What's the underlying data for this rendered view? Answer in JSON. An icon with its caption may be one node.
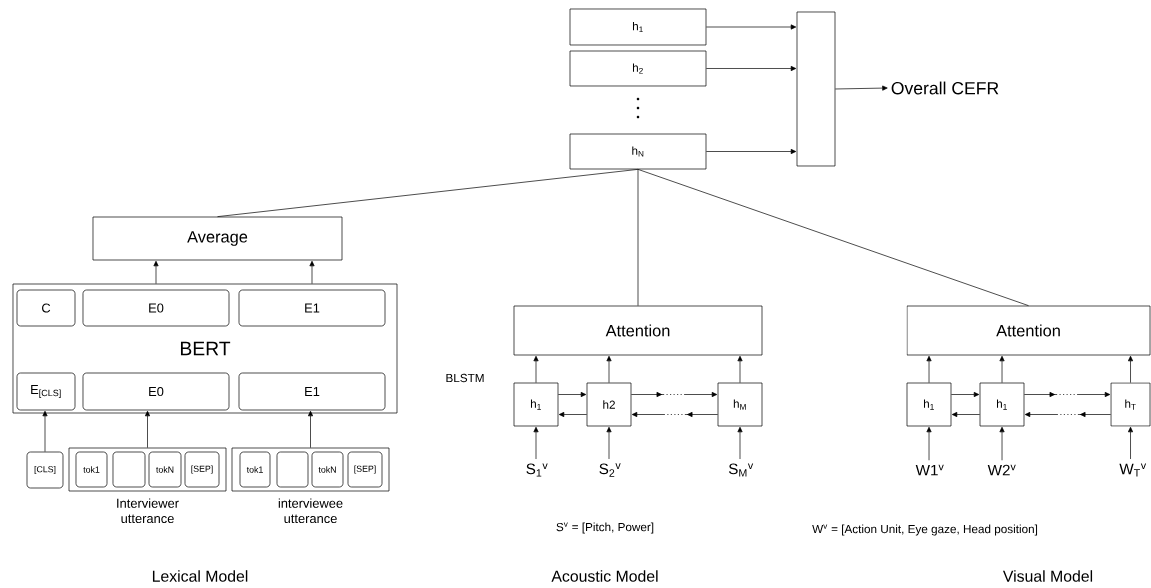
{
  "diagram": {
    "nodes": [
      {
        "text": [
          "h$_{1}$"
        ]
      },
      {
        "text": [
          "h$_{2}$"
        ]
      },
      {
        "text": [
          "h$_{N}$"
        ]
      },
      {
        "text": [],
        "shape": "box"
      },
      {
        "text": [
          "Overall CEFR"
        ]
      },
      {
        "text": [
          "Average"
        ]
      },
      {
        "text": [
          "BERT"
        ]
      },
      {
        "text": [
          "C"
        ],
        "in": 6
      },
      {
        "text": [
          "E0"
        ],
        "in": 6
      },
      {
        "text": [
          "E1"
        ],
        "in": 6
      },
      {
        "text": [
          "E$_{[CLS]}$"
        ],
        "in": 6
      },
      {
        "text": [
          "E0"
        ],
        "in": 6
      },
      {
        "text": [
          "E1"
        ],
        "in": 6
      },
      {
        "text": [
          "[CLS]"
        ]
      },
      {
        "text": [],
        "shape": "box",
        "beside": [
          "Interviewer utterance"
        ]
      },
      {
        "text": [
          "tok1"
        ],
        "in": 14
      },
      {
        "text": [],
        "shape": "box",
        "in": 14
      },
      {
        "text": [
          "tokN"
        ],
        "in": 14
      },
      {
        "text": [
          "[SEP]"
        ],
        "in": 14
      },
      {
        "text": [],
        "shape": "box",
        "beside": [
          "interviewee utterance"
        ]
      },
      {
        "text": [
          "tok1"
        ],
        "in": 19
      },
      {
        "text": [],
        "shape": "box",
        "in": 19
      },
      {
        "text": [
          "tokN"
        ],
        "in": 19
      },
      {
        "text": [
          "[SEP]"
        ],
        "in": 19
      },
      {
        "text": [
          "Attention"
        ]
      },
      {
        "text": [
          "h$_{1}$"
        ]
      },
      {
        "text": [
          "h2"
        ]
      },
      {
        "text": [
          "h$_{M}$"
        ]
      },
      {
        "text": [
          "S$_{1}$$^{v}$"
        ]
      },
      {
        "text": [
          "S$_{2}$$^{v}$"
        ]
      },
      {
        "text": [
          "S$_{M}$$^{v}$"
        ]
      },
      {
        "text": [
          "Attention"
        ]
      },
      {
        "text": [
          "h$_{1}$"
        ]
      },
      {
        "text": [
          "h$_{1}$"
        ]
      },
      {
        "text": [
          "h$_{T}$"
        ]
      },
      {
        "text": [
          "W1$^{v}$"
        ]
      },
      {
        "text": [
          "W2$^{v}$"
        ]
      },
      {
        "text": [
          "W$_{T}$$^{v}$"
        ]
      }
    ],
    "edges": [
      {
        "from": 0,
        "to": 3,
        "arrow": "to"
      },
      {
        "from": 1,
        "to": 3,
        "arrow": "to"
      },
      {
        "from": 2,
        "to": 3,
        "arrow": "to"
      },
      {
        "from": 3,
        "to": 4,
        "arrow": "to"
      },
      {
        "from": 2,
        "to": 5,
        "arrow": "none"
      },
      {
        "from": 2,
        "to": 24,
        "arrow": "none"
      },
      {
        "from": 2,
        "to": 31,
        "arrow": "none"
      },
      {
        "from": 8,
        "to": 5,
        "arrow": "to"
      },
      {
        "from": 9,
        "to": 5,
        "arrow": "to"
      },
      {
        "from": 13,
        "to": 10,
        "arrow": "to"
      },
      {
        "from": 14,
        "to": 11,
        "arrow": "to"
      },
      {
        "from": 19,
        "to": 12,
        "arrow": "to"
      },
      {
        "from": 25,
        "to": 24,
        "arrow": "to"
      },
      {
        "from": 26,
        "to": 24,
        "arrow": "to"
      },
      {
        "from": 27,
        "to": 24,
        "arrow": "to"
      },
      {
        "from": 28,
        "to": 25,
        "arrow": "to"
      },
      {
        "from": 29,
        "to": 26,
        "arrow": "to"
      },
      {
        "from": 30,
        "to": 27,
        "arrow": "to"
      },
      {
        "from": 25,
        "to": 26,
        "arrow": "to"
      },
      {
        "from": 26,
        "to": 25,
        "arrow": "to"
      },
      {
        "from": 26,
        "to": 27,
        "arrow": "to",
        "style": "dashed"
      },
      {
        "from": 27,
        "to": 26,
        "arrow": "to",
        "style": "dashed"
      },
      {
        "from": 32,
        "to": 31,
        "arrow": "to"
      },
      {
        "from": 33,
        "to": 31,
        "arrow": "to"
      },
      {
        "from": 34,
        "to": 31,
        "arrow": "to"
      },
      {
        "from": 35,
        "to": 32,
        "arrow": "to"
      },
      {
        "from": 36,
        "to": 33,
        "arrow": "to"
      },
      {
        "from": 37,
        "to": 34,
        "arrow": "to"
      },
      {
        "from": 32,
        "to": 33,
        "arrow": "to"
      },
      {
        "from": 33,
        "to": 32,
        "arrow": "to"
      },
      {
        "from": 33,
        "to": 34,
        "arrow": "to",
        "style": "dashed"
      },
      {
        "from": 34,
        "to": 33,
        "arrow": "to",
        "style": "dashed"
      }
    ],
    "labels": [
      "BLSTM",
      "S$^{v}$ = [Pitch, Power]",
      "W$^{v}$ = [Action Unit, Eye gaze, Head position]",
      "Lexical Model",
      "Acoustic Model",
      "Visual Model"
    ]
  }
}
